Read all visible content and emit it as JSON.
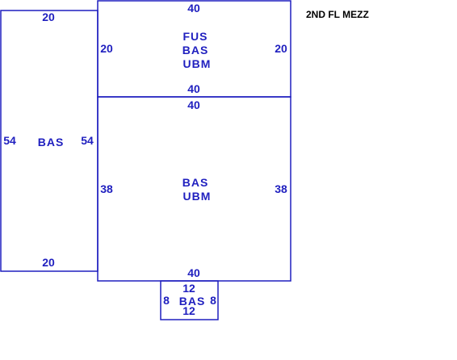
{
  "title": "2ND FL MEZZ",
  "colors": {
    "line": "#1f1fbf",
    "title": "#000000",
    "background": "#ffffff"
  },
  "areas": {
    "left": {
      "codes": [
        "BAS"
      ],
      "top": "20",
      "bottom": "20",
      "left": "54",
      "right": "54"
    },
    "upper": {
      "codes": [
        "FUS",
        "BAS",
        "UBM"
      ],
      "top": "40",
      "bottom": "40",
      "left": "20",
      "right": "20"
    },
    "main": {
      "codes": [
        "BAS",
        "UBM"
      ],
      "top": "40",
      "bottom": "40",
      "left": "38",
      "right": "38"
    },
    "small": {
      "codes": [
        "BAS"
      ],
      "top": "12",
      "bottom": "12",
      "left": "8",
      "right": "8"
    }
  }
}
